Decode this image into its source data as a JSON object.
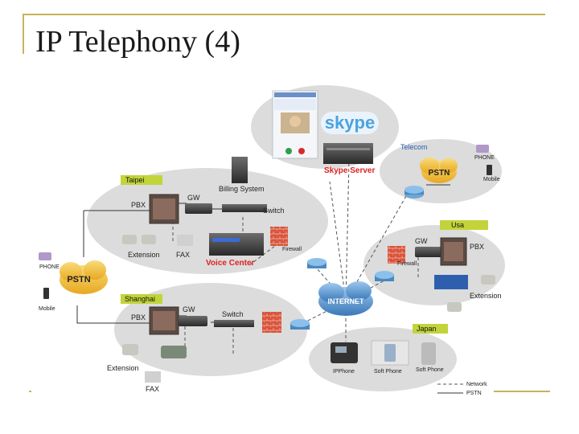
{
  "title": "IP Telephony (4)",
  "diagram": {
    "regions": {
      "taipei": "Taipei",
      "usa": "Usa",
      "shanghai": "Shanghai",
      "japan": "Japan",
      "telecom": "Telecom"
    },
    "labels": {
      "billing_system": "Billing System",
      "skype_server": "Skype Server",
      "voice_center": "Voice Center",
      "internet": "INTERNET",
      "pstn": "PSTN",
      "phone": "PHONE",
      "mobile": "Mobile",
      "pbx": "PBX",
      "gw": "GW",
      "switch": "Switch",
      "extension": "Extension",
      "fax": "FAX",
      "firewall": "Firewall",
      "ip_phone": "IPPhone",
      "soft_phone": "Soft Phone",
      "skype_logo": "skype"
    },
    "legend": {
      "network": "Network",
      "pstn": "PSTN"
    },
    "colors": {
      "region_fill": "#dcdcdc",
      "region_label_bg": "#c2d43a",
      "pstn_cloud": "#f2c44a",
      "internet_cloud": "#5aa0d8",
      "firewall": "#d9533b",
      "accent_red": "#e02020",
      "accent_blue": "#2a5db0"
    }
  }
}
